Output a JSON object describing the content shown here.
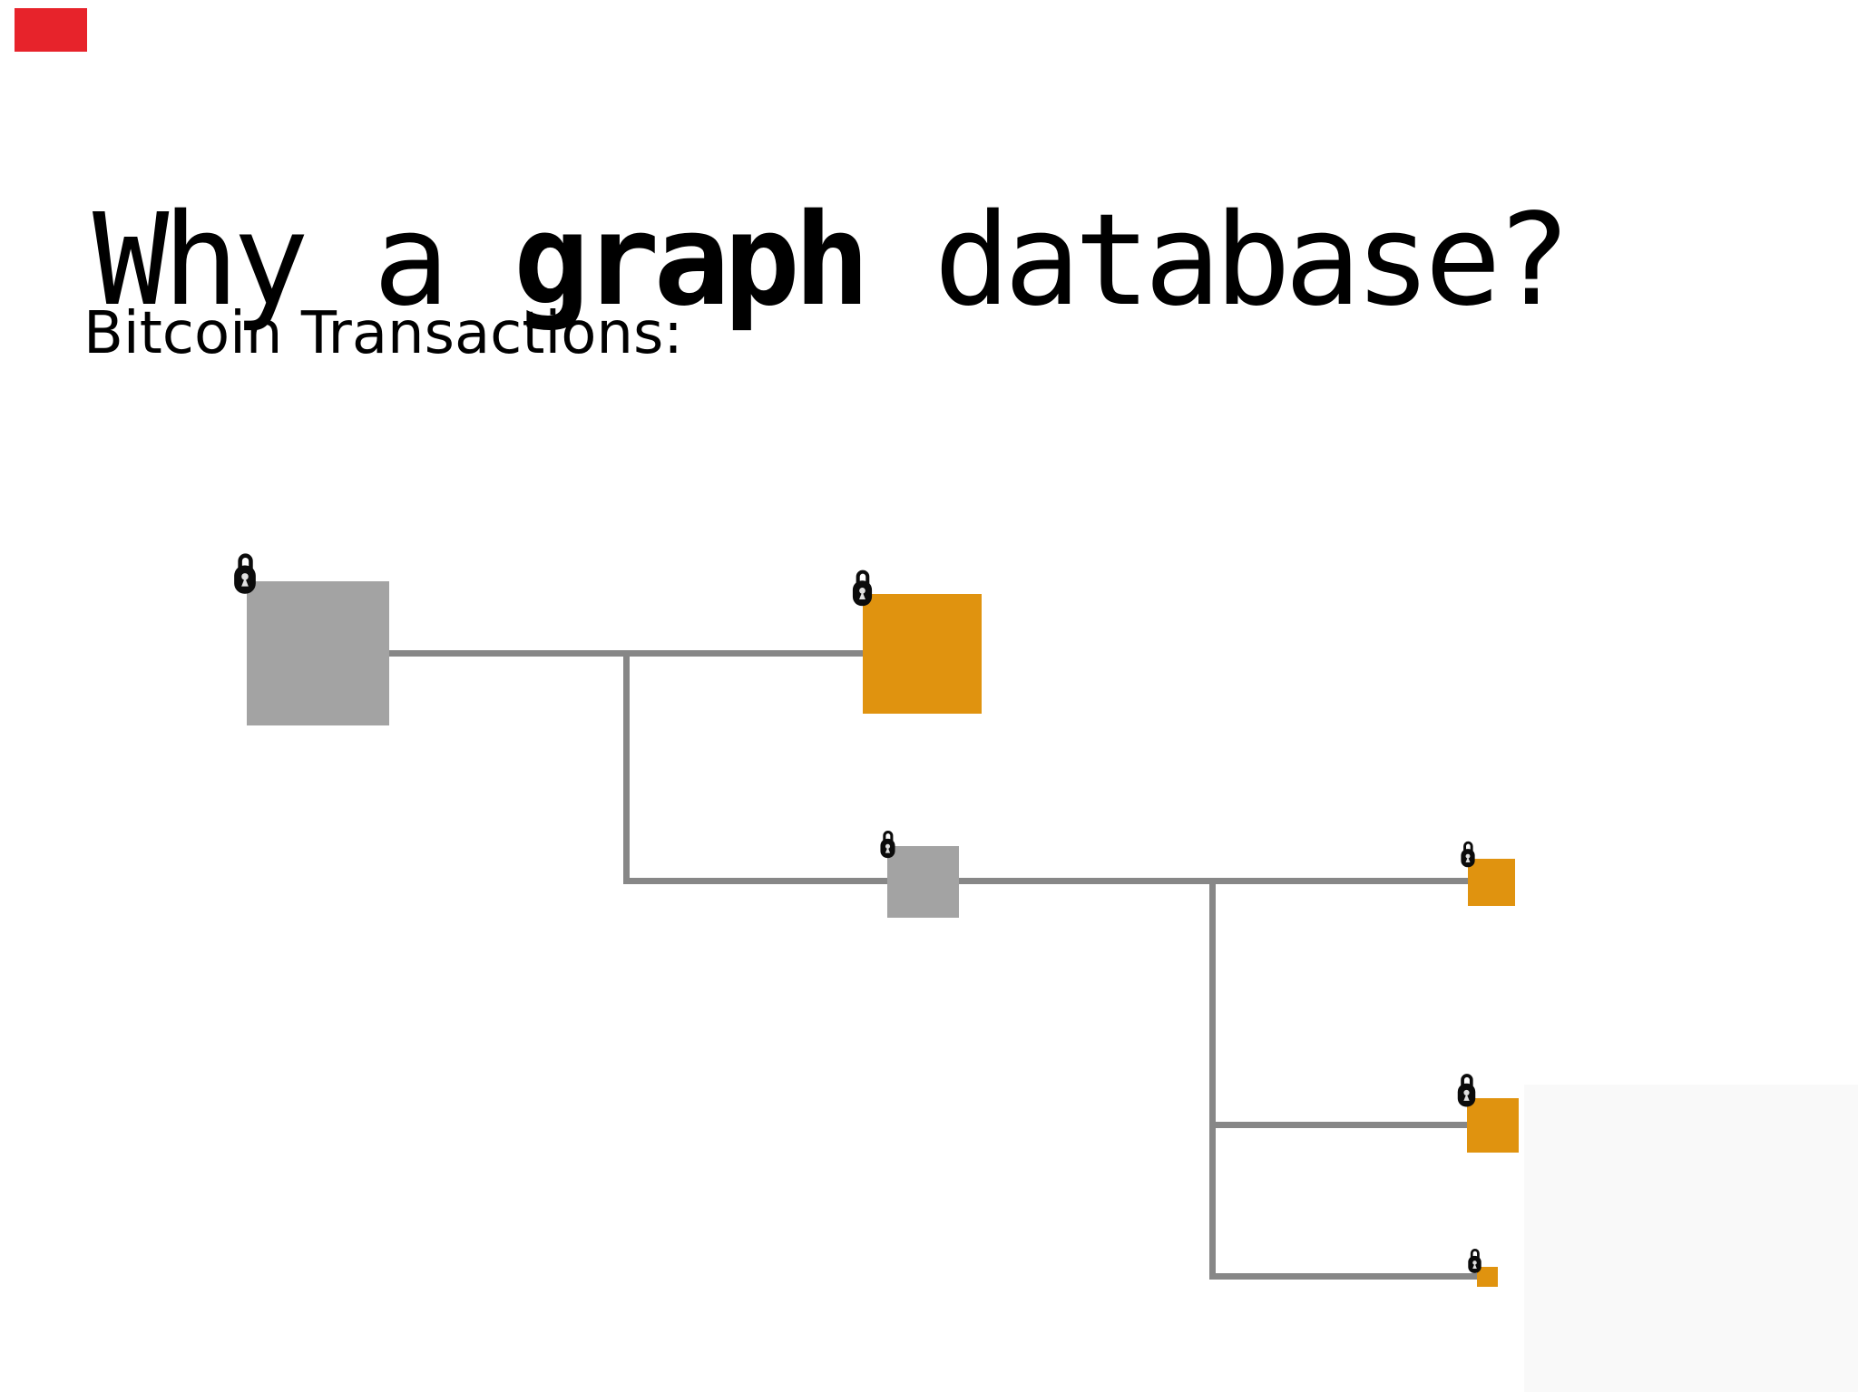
{
  "slide": {
    "title": {
      "pre": "Why a ",
      "emphasis": "graph",
      "post": " database?"
    },
    "subtitle": "Bitcoin Transactions:"
  },
  "colors": {
    "background": "#ffffff",
    "text": "#000000",
    "accent_red": "#e7232b",
    "node_gray": "#a3a3a3",
    "node_orange": "#e0930f",
    "edge_gray": "#878787",
    "lock_black": "#0b0b0b",
    "keyhole": "#e0e0e0",
    "corner_shade": "#f9f9f9"
  },
  "diagram": {
    "description": "Bitcoin transaction flow: one large gray input splits to an orange output and a smaller gray transaction, which splits into three orange outputs of decreasing size; every node carries a padlock icon",
    "nodes": [
      {
        "id": "input-large-gray",
        "shape": "square",
        "color": "gray",
        "size": "large",
        "locked": true
      },
      {
        "id": "output-large-orange",
        "shape": "square",
        "color": "orange",
        "size": "large",
        "locked": true
      },
      {
        "id": "tx-medium-gray",
        "shape": "square",
        "color": "gray",
        "size": "medium",
        "locked": true
      },
      {
        "id": "output-small-orange",
        "shape": "square",
        "color": "orange",
        "size": "small",
        "locked": true
      },
      {
        "id": "output-mid-orange",
        "shape": "square",
        "color": "orange",
        "size": "small",
        "locked": true
      },
      {
        "id": "output-tiny-orange",
        "shape": "square",
        "color": "orange",
        "size": "tiny",
        "locked": true
      }
    ],
    "edges": [
      {
        "from": "input-large-gray",
        "to": "output-large-orange"
      },
      {
        "from": "input-large-gray",
        "to": "tx-medium-gray"
      },
      {
        "from": "tx-medium-gray",
        "to": "output-small-orange"
      },
      {
        "from": "tx-medium-gray",
        "to": "output-mid-orange"
      },
      {
        "from": "tx-medium-gray",
        "to": "output-tiny-orange"
      }
    ]
  }
}
